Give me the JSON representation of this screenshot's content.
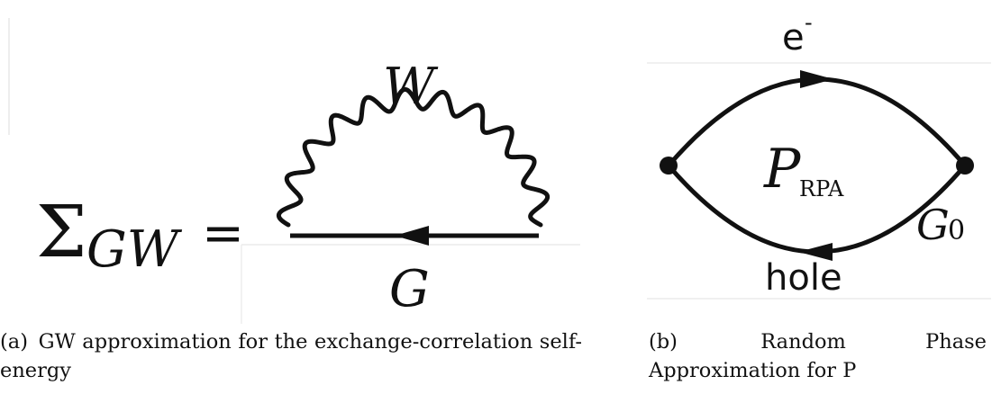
{
  "figure_a": {
    "lhs_symbol": "Σ",
    "lhs_subscript": "GW",
    "equals": "=",
    "w_label": "W",
    "g_label": "G",
    "caption_label": "(a)",
    "caption_text": "GW approximation for the exchange-correlation self-energy"
  },
  "figure_b": {
    "electron_label": "e",
    "electron_sup": "-",
    "p_main": "P",
    "p_subscript": "RPA",
    "g0_main": "G",
    "g0_subscript": "0",
    "hole_label": "hole",
    "caption_label": "(b)",
    "caption_text": "Random Phase Approximation for P"
  }
}
